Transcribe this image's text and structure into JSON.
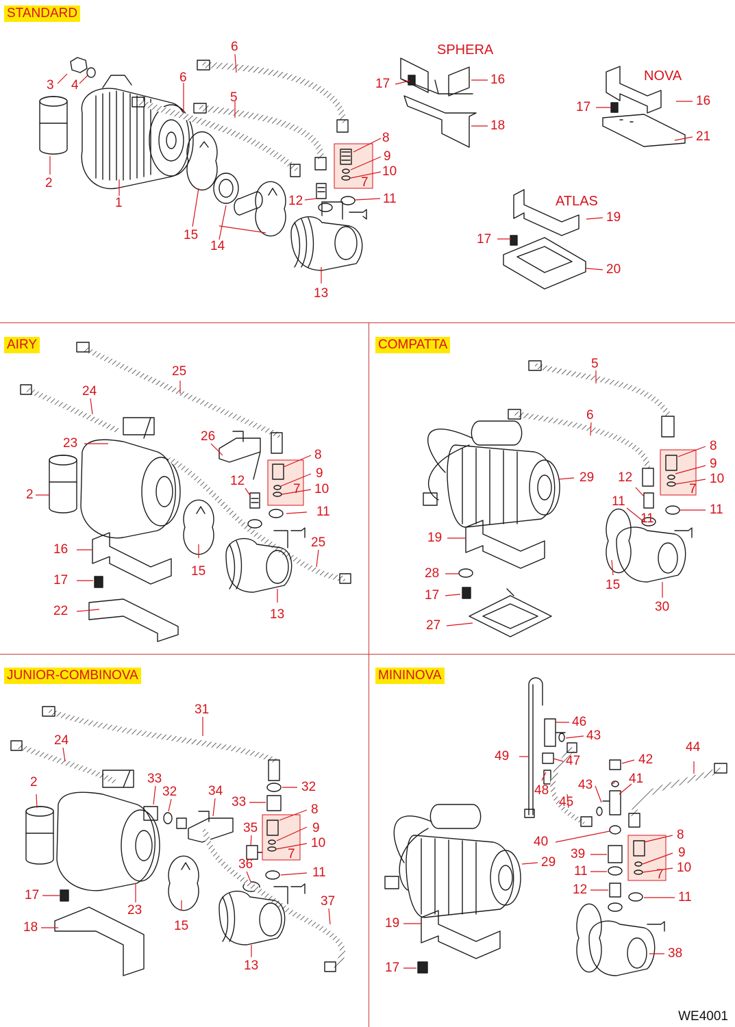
{
  "drawing_code": "WE4001",
  "sections": {
    "standard": {
      "title": "STANDARD",
      "models": [
        "SPHERA",
        "NOVA",
        "ATLAS"
      ],
      "callouts": [
        "1",
        "2",
        "3",
        "4",
        "5",
        "6",
        "6",
        "7",
        "8",
        "9",
        "10",
        "11",
        "12",
        "13",
        "14",
        "15",
        "16",
        "16",
        "17",
        "17",
        "17",
        "18",
        "19",
        "20",
        "21"
      ]
    },
    "airy": {
      "title": "AIRY",
      "callouts": [
        "2",
        "7",
        "8",
        "9",
        "10",
        "11",
        "12",
        "13",
        "15",
        "16",
        "17",
        "22",
        "23",
        "24",
        "25",
        "25",
        "26"
      ]
    },
    "compatta": {
      "title": "COMPATTA",
      "callouts": [
        "5",
        "6",
        "7",
        "8",
        "9",
        "10",
        "11",
        "11",
        "11",
        "12",
        "15",
        "17",
        "19",
        "27",
        "28",
        "29",
        "30"
      ]
    },
    "junior": {
      "title": "JUNIOR-COMBINOVA",
      "callouts": [
        "2",
        "7",
        "8",
        "9",
        "10",
        "11",
        "13",
        "15",
        "17",
        "18",
        "23",
        "24",
        "31",
        "32",
        "32",
        "33",
        "33",
        "34",
        "35",
        "36",
        "37"
      ]
    },
    "mininova": {
      "title": "MININOVA",
      "callouts": [
        "7",
        "8",
        "9",
        "10",
        "11",
        "11",
        "12",
        "17",
        "19",
        "29",
        "38",
        "39",
        "40",
        "41",
        "42",
        "43",
        "43",
        "44",
        "45",
        "46",
        "47",
        "48",
        "49"
      ]
    }
  }
}
